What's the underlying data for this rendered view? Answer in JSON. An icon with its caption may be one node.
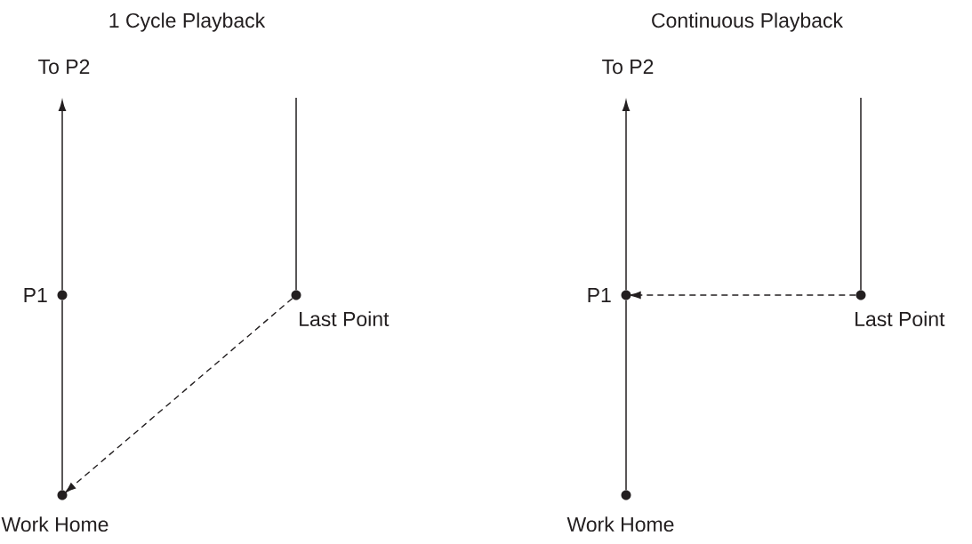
{
  "diagram": {
    "nodes": [
      {
        "text": [
          "To P2"
        ]
      },
      {
        "text": [],
        "shape": "circle",
        "beside": [
          "P1"
        ]
      },
      {
        "text": [],
        "shape": "circle",
        "beside": [
          "Last Point"
        ]
      },
      {
        "text": [],
        "shape": "circle",
        "beside": [
          "Work Home"
        ]
      },
      {
        "text": [
          "To P2"
        ]
      },
      {
        "text": [],
        "shape": "circle",
        "beside": [
          "P1"
        ]
      },
      {
        "text": [],
        "shape": "circle",
        "beside": [
          "Last Point"
        ]
      },
      {
        "text": [],
        "shape": "circle",
        "beside": [
          "Work Home"
        ]
      }
    ],
    "edges": [
      {
        "from": 3,
        "to": 1,
        "arrow": "none"
      },
      {
        "from": 1,
        "to": 0,
        "arrow": "to"
      },
      {
        "from": null,
        "to": 2,
        "arrow": "none"
      },
      {
        "from": 2,
        "to": 3,
        "arrow": "to",
        "style": "dashed"
      },
      {
        "from": 7,
        "to": 5,
        "arrow": "none"
      },
      {
        "from": 5,
        "to": 4,
        "arrow": "to"
      },
      {
        "from": null,
        "to": 6,
        "arrow": "none"
      },
      {
        "from": 6,
        "to": 5,
        "arrow": "to",
        "style": "dashed"
      }
    ],
    "labels": [
      "1 Cycle Playback",
      "Continuous Playback"
    ]
  }
}
